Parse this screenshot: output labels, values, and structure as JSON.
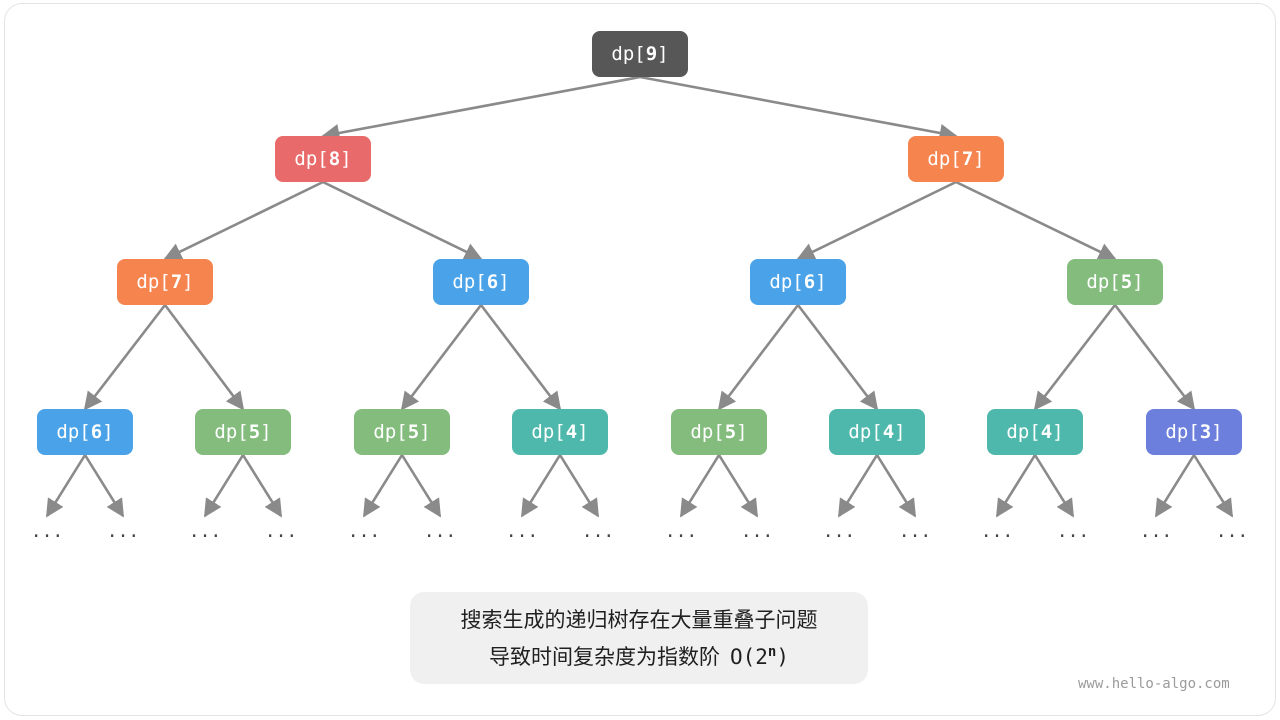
{
  "colors": {
    "dp9": "#575757",
    "dp8": "#e96a6a",
    "dp7": "#f5844f",
    "dp6": "#4aa3e8",
    "dp5": "#84bc7e",
    "dp4": "#4fb8ac",
    "dp3": "#6d7fdc",
    "edge": "#8a8a8a"
  },
  "node_prefix": "dp[",
  "node_suffix": "]",
  "levels": [
    [
      "9"
    ],
    [
      "8",
      "7"
    ],
    [
      "7",
      "6",
      "6",
      "5"
    ],
    [
      "6",
      "5",
      "5",
      "4",
      "5",
      "4",
      "4",
      "3"
    ]
  ],
  "ellipsis_text": "···",
  "caption": {
    "line1": "搜索生成的递归树存在大量重叠子问题",
    "line2": "导致时间复杂度为指数阶",
    "complexity_base": "O(2",
    "complexity_exp": "n",
    "complexity_close": ")"
  },
  "watermark": "www.hello-algo.com"
}
